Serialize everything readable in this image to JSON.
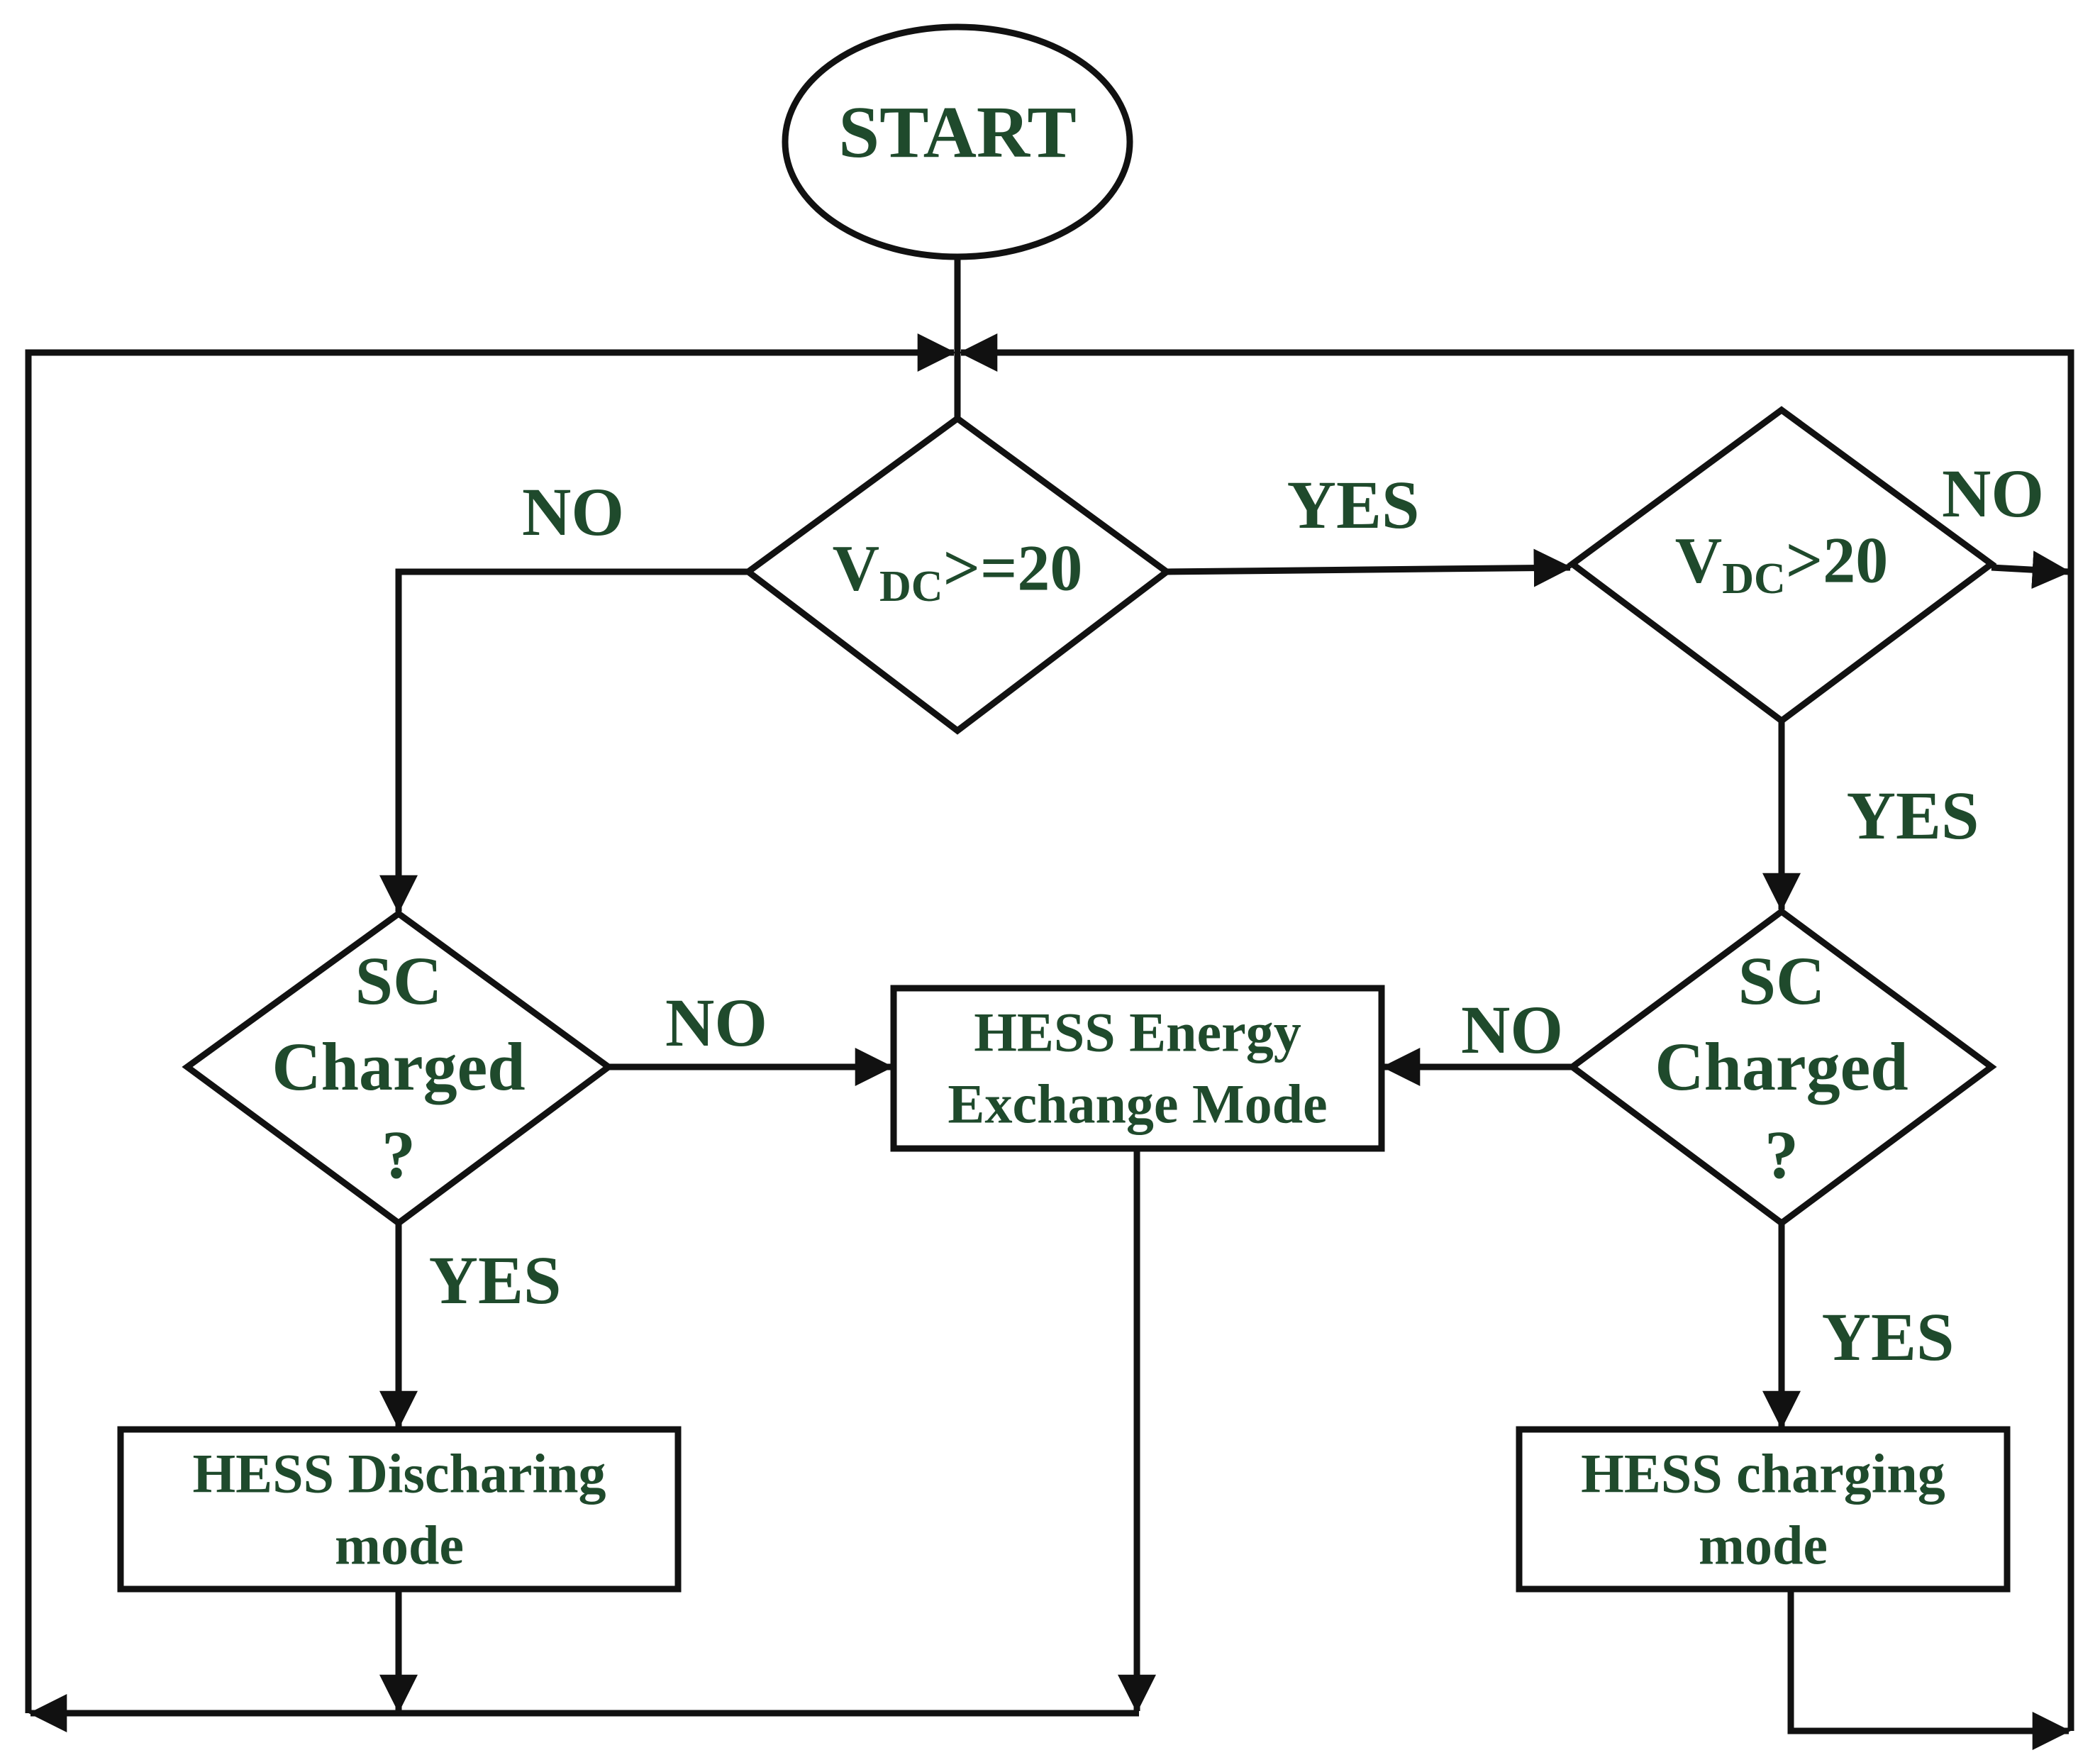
{
  "start": {
    "label": "START"
  },
  "decisions": {
    "vdc_ge": {
      "var": "V",
      "sub": "DC",
      "op": ">=20"
    },
    "vdc_gt": {
      "var": "V",
      "sub": "DC",
      "op": ">20"
    },
    "sc_left": {
      "line1": "SC",
      "line2": "Charged",
      "line3": "?"
    },
    "sc_right": {
      "line1": "SC",
      "line2": "Charged",
      "line3": "?"
    }
  },
  "processes": {
    "exchange": {
      "line1": "HESS Energy",
      "line2": "Exchange Mode"
    },
    "discharging": {
      "line1": "HESS Discharing",
      "line2": "mode"
    },
    "charging": {
      "line1": "HESS charging",
      "line2": "mode"
    }
  },
  "edge_labels": {
    "no_top_left": "NO",
    "yes_top_middle": "YES",
    "no_top_right": "NO",
    "yes_right_down": "YES",
    "no_left_middle": "NO",
    "no_right_middle": "NO",
    "yes_left_down": "YES",
    "yes_right_bottom": "YES"
  },
  "colors": {
    "text": "#1f4a2c",
    "line": "#111111",
    "background": "#ffffff"
  }
}
